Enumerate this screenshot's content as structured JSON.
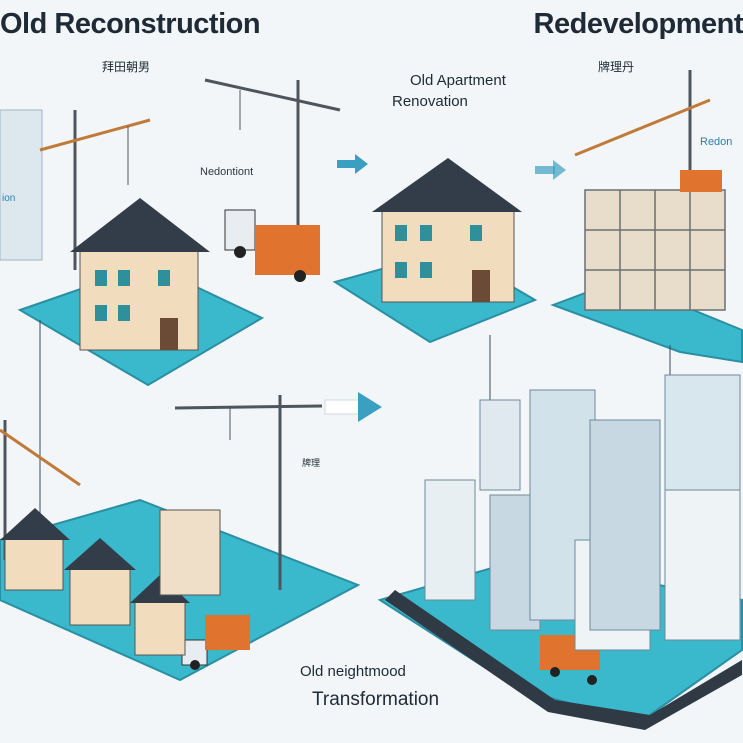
{
  "titles": {
    "left": "Old Reconstruction",
    "right": "Redevelopment",
    "sub_left": "拜田朝男",
    "sub_right": "牌理丹"
  },
  "labels": {
    "renovation_line1": "Old Apartment",
    "renovation_line2": "Renovation",
    "nedon": "Nedontiont",
    "redon": "Redon",
    "mid_small": "牌理",
    "bottom_line1": "Old neightmood",
    "bottom_line2": "Transformation",
    "side_board": "ion"
  },
  "colors": {
    "platform": "#3ab8cc",
    "platform_edge": "#2a8fa3",
    "house_wall": "#f1dcbe",
    "roof": "#333d4a",
    "crane": "#4e555c",
    "crane_arm": "#c07a3a",
    "truck": "#e0742e",
    "tower": "#c7d8e2",
    "arrow": "#3a9fc0"
  }
}
